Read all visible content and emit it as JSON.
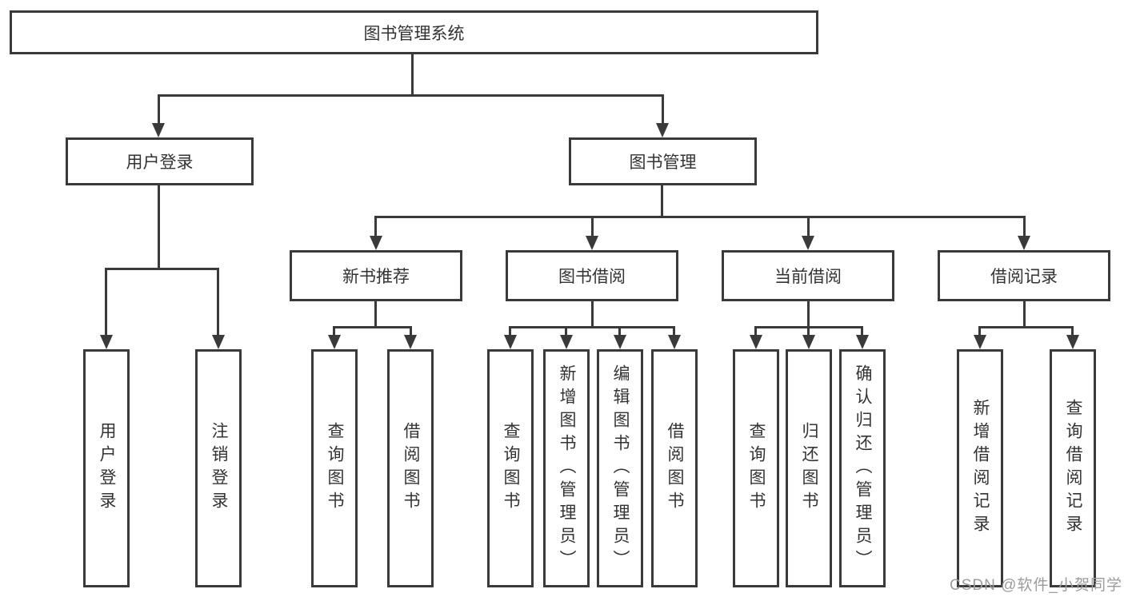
{
  "tree": {
    "root": "图书管理系统",
    "level2": [
      {
        "label": "用户登录",
        "children": [
          "用户登录",
          "注销登录"
        ]
      },
      {
        "label": "图书管理",
        "groups": [
          {
            "label": "新书推荐",
            "children": [
              "查询图书",
              "借阅图书"
            ]
          },
          {
            "label": "图书借阅",
            "children": [
              "查询图书",
              "新增图书（管理员）",
              "编辑图书（管理员）",
              "借阅图书"
            ]
          },
          {
            "label": "当前借阅",
            "children": [
              "查询图书",
              "归还图书",
              "确认归还（管理员）"
            ]
          },
          {
            "label": "借阅记录",
            "children": [
              "新增借阅记录",
              "查询借阅记录"
            ]
          }
        ]
      }
    ]
  },
  "watermark": "CSDN @软件_小贺同学",
  "colors": {
    "line": "#3a3a3a",
    "text": "#333333",
    "watermark": "#9c9c9c",
    "background": "#ffffff"
  }
}
